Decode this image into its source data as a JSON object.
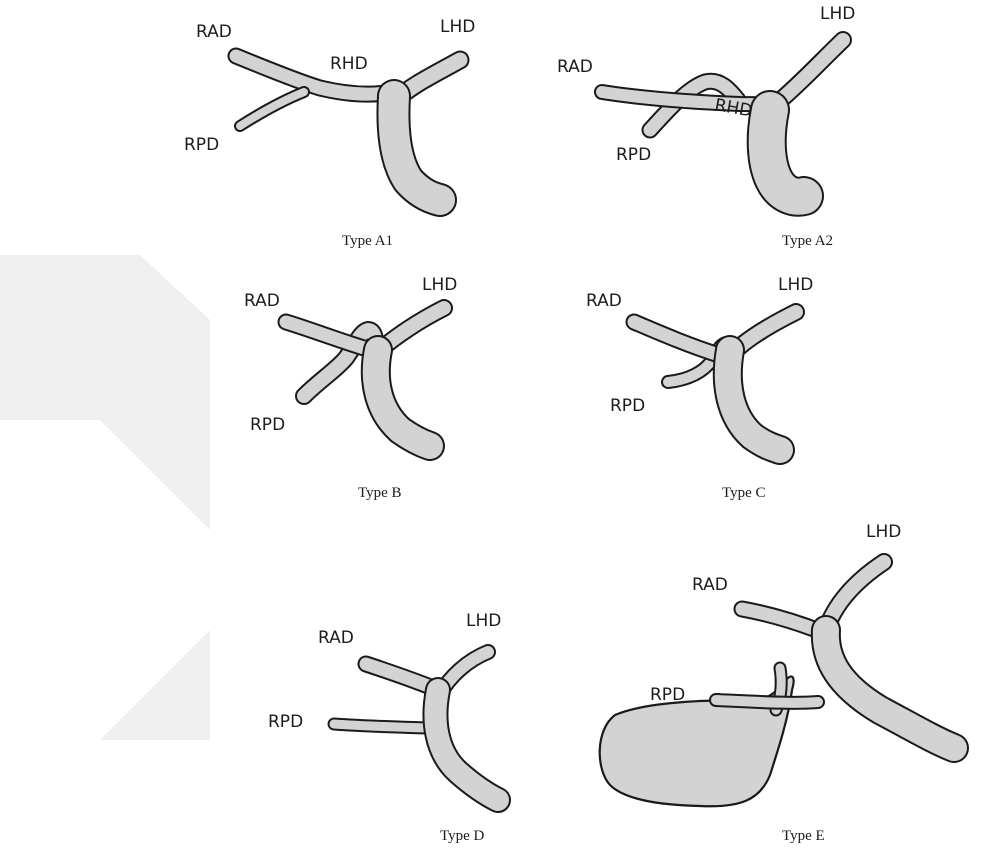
{
  "colors": {
    "duct_fill": "#d3d3d3",
    "outline": "#1a1a1a",
    "watermark": "#efefef"
  },
  "labels": {
    "rad": "RAD",
    "rpd": "RPD",
    "lhd": "LHD",
    "rhd": "RHD"
  },
  "panels": [
    {
      "id": "A1",
      "caption": "Type A1"
    },
    {
      "id": "A2",
      "caption": "Type A2"
    },
    {
      "id": "B",
      "caption": "Type B"
    },
    {
      "id": "C",
      "caption": "Type C"
    },
    {
      "id": "D",
      "caption": "Type D"
    },
    {
      "id": "E",
      "caption": "Type E"
    }
  ]
}
